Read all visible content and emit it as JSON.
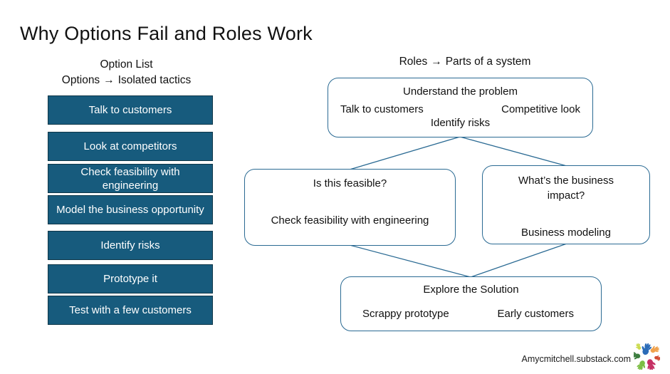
{
  "title": "Why Options Fail and Roles Work",
  "glyphs": {
    "arrow": "→"
  },
  "icons": {
    "arrow": "right-arrow-icon",
    "logo": "community-hands-logo"
  },
  "colors": {
    "option_fill": "#175B7D",
    "option_border": "#0E3648",
    "option_text": "#FFFFFF",
    "node_border": "#2A6A93",
    "connector": "#2A6A93",
    "text": "#111111"
  },
  "option_list": {
    "heading": "Option List",
    "equation": {
      "left": "Options",
      "right": "Isolated tactics"
    },
    "items": [
      "Talk to customers",
      "Look at competitors",
      "Check feasibility with engineering",
      "Model the business opportunity",
      "Identify risks",
      "Prototype it",
      "Test with a few customers"
    ]
  },
  "roles": {
    "equation": {
      "left": "Roles",
      "right": "Parts of a system"
    },
    "understand": {
      "title": "Understand the problem",
      "item_left": "Talk to customers",
      "item_right": "Competitive look",
      "item_center": "Identify risks"
    },
    "feasible": {
      "title": "Is this feasible?",
      "item": "Check feasibility with engineering"
    },
    "impact": {
      "title": "What’s the business impact?",
      "item": "Business modeling"
    },
    "explore": {
      "title": "Explore the Solution",
      "item_left": "Scrappy prototype",
      "item_right": "Early customers"
    }
  },
  "footer": {
    "credit": "Amycmitchell.substack.com"
  }
}
